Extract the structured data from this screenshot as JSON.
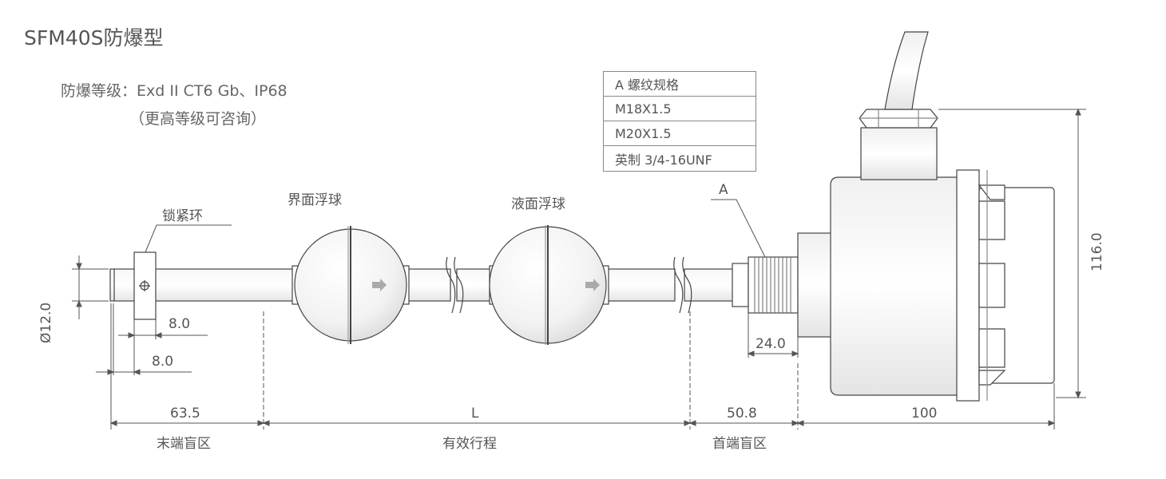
{
  "title": "SFM40S防爆型",
  "notes": {
    "rating": "防爆等级：Exd II CT6 Gb、IP68",
    "consult": "（更高等级可咨询）"
  },
  "thread_table": {
    "header": "A   螺纹规格",
    "rows": [
      "M18X1.5",
      "M20X1.5",
      "英制  3/4-16UNF"
    ]
  },
  "callouts": {
    "lock_ring": "锁紧环",
    "interface_float": "界面浮球",
    "liquid_float": "液面浮球",
    "thread_ref": "A"
  },
  "dimensions": {
    "diameter": "Ø12.0",
    "collar1": "8.0",
    "collar2": "8.0",
    "thread_len": "24.0",
    "height": "116.0",
    "end_dead": "63.5",
    "stroke": "L",
    "head_dead": "50.8",
    "housing": "100"
  },
  "zones": {
    "end_dead_zone": "末端盲区",
    "effective_stroke": "有效行程",
    "head_dead_zone": "首端盲区"
  }
}
